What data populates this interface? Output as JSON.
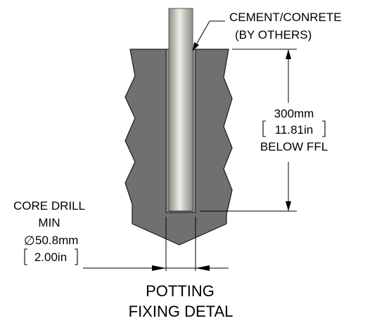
{
  "labels": {
    "cement_line1": "CEMENT/CONRETE",
    "cement_line2": "(BY OTHERS)",
    "depth_metric": "300mm",
    "depth_imperial": "11.81in",
    "depth_ref": "BELOW FFL",
    "core_line1": "CORE DRILL",
    "core_line2": "MIN",
    "core_diameter_symbol": "∅",
    "core_metric": "50.8mm",
    "core_imperial": "2.00in",
    "title_line1": "POTTING",
    "title_line2": "FIXING DETAL"
  },
  "colors": {
    "concrete": "#707070",
    "concrete_edge": "#1a1a1a",
    "hole": "#8c8c8c",
    "post_light": "#ecebe6",
    "post_dark": "#8e8c86",
    "line": "#000000"
  }
}
